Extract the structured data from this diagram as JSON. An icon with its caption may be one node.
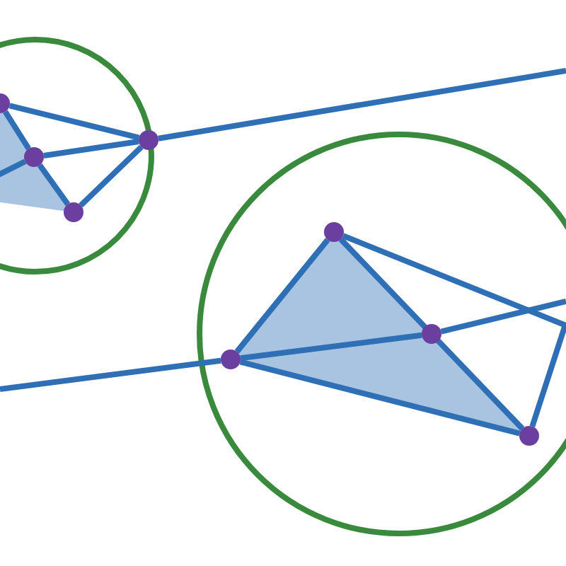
{
  "diagram": {
    "nodes": [
      {
        "text": [],
        "shape": "circle"
      },
      {
        "text": [],
        "shape": "circle"
      },
      {
        "text": [],
        "shape": "circle"
      },
      {
        "text": [],
        "shape": "circle"
      },
      {
        "text": [],
        "shape": "circle"
      },
      {
        "text": [],
        "shape": "circle"
      },
      {
        "text": [],
        "shape": "circle"
      },
      {
        "text": [],
        "shape": "circle"
      }
    ],
    "edges": [
      {
        "from": 0,
        "to": 3,
        "arrow": "none"
      },
      {
        "from": 0,
        "to": 1,
        "arrow": "none"
      },
      {
        "from": 1,
        "to": 2,
        "arrow": "none"
      },
      {
        "from": 1,
        "to": 3,
        "arrow": "none"
      },
      {
        "from": 2,
        "to": 3,
        "arrow": "none"
      },
      {
        "from": null,
        "to": 1,
        "arrow": "none"
      },
      {
        "from": 3,
        "to": null,
        "arrow": "none"
      },
      {
        "from": null,
        "to": 5,
        "arrow": "none"
      },
      {
        "from": 5,
        "to": 4,
        "arrow": "none"
      },
      {
        "from": 4,
        "to": 7,
        "arrow": "none"
      },
      {
        "from": 5,
        "to": 7,
        "arrow": "none"
      },
      {
        "from": 5,
        "to": 6,
        "arrow": "none"
      },
      {
        "from": 6,
        "to": null,
        "arrow": "none"
      },
      {
        "from": 4,
        "to": null,
        "arrow": "none"
      },
      {
        "from": 7,
        "to": null,
        "arrow": "none"
      }
    ]
  }
}
